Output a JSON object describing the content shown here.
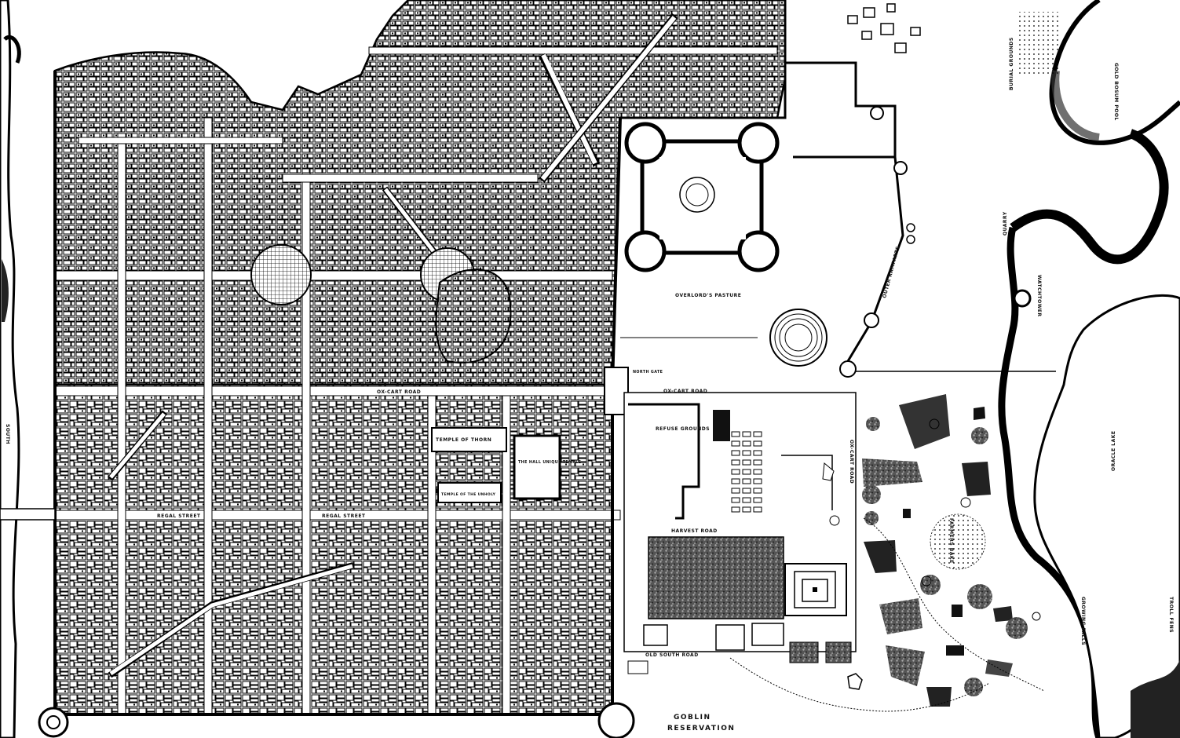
{
  "labels": {
    "burial_grounds": "BURIAL GROUNDS",
    "gold_bosum_pool": "GOLD BOSUM POOL",
    "quarry": "QUARRY",
    "watchtower": "WATCHTOWER",
    "outer_ramparts": "OUTER RAMPARTS",
    "overlords_pasture": "OVERLORD'S PASTURE",
    "north_gate": "NORTH GATE",
    "oracle_lake": "ORACLE LAKE",
    "refuse_grounds": "REFUSE GROUNDS",
    "ox_cart_road_1": "OX-CART ROAD",
    "ox_cart_road_2": "OX-CART ROAD",
    "ox_cart_road_3": "OX-CART ROAD",
    "harvest_road": "HARVEST ROAD",
    "old_south_road": "OLD SOUTH ROAD",
    "goblin": "GOBLIN",
    "reservation": "RESERVATION",
    "farmers_bake": "FARMERS BAKE",
    "troll_fens": "TROLL FENS",
    "regal_street_1": "REGAL STREET",
    "regal_street_2": "REGAL STREET",
    "temple_of_thorn": "TEMPLE OF THORN",
    "the_hall_unique_temple": "THE HALL UNIQUE TEMPLE",
    "temple_of_the_unholy": "TEMPLE OF THE UNHOLY",
    "south": "SOUTH",
    "growing_falls": "GROWING FALLS"
  }
}
